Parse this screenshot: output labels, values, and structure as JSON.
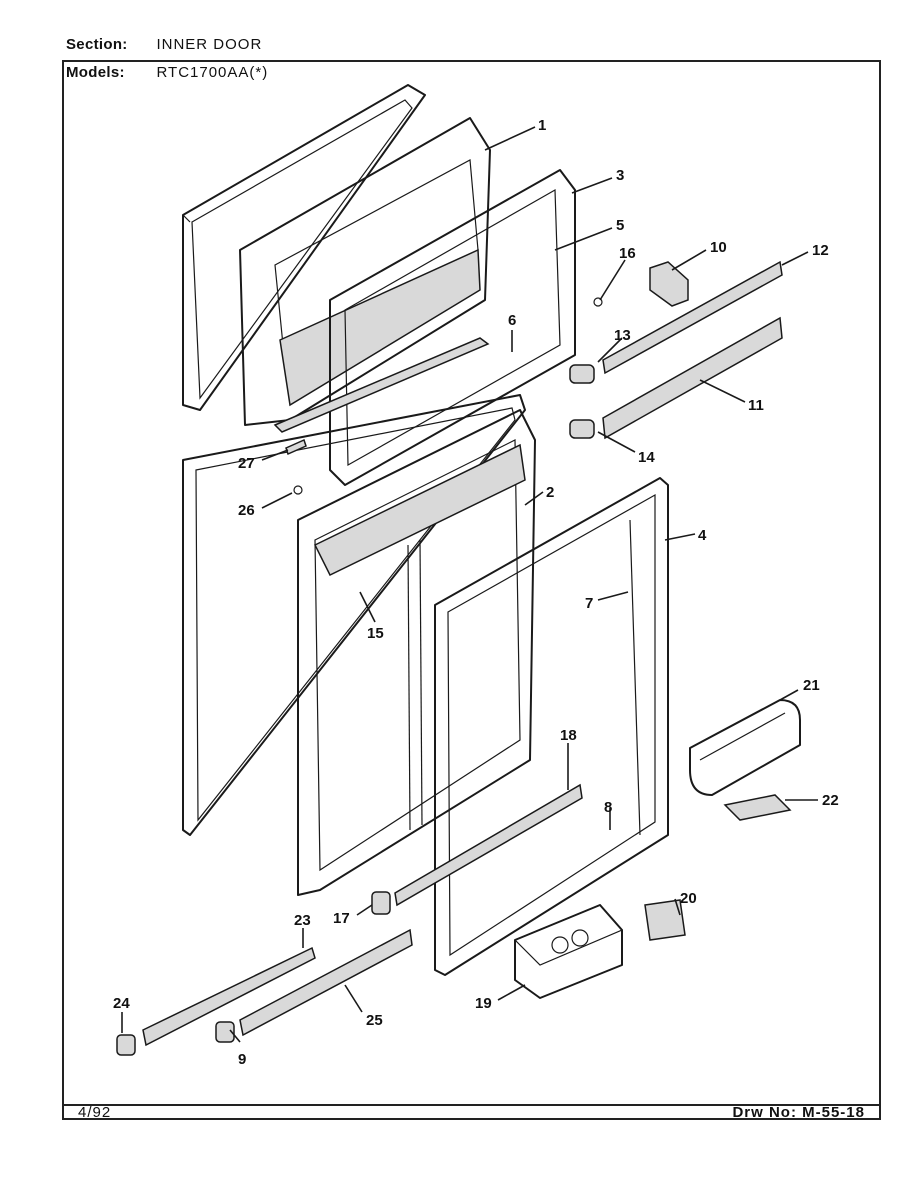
{
  "header": {
    "section_label": "Section:",
    "section_value": "INNER DOOR",
    "models_label": "Models:",
    "models_value": "RTC1700AA(*)"
  },
  "footer": {
    "date": "4/92",
    "drawing_number": "Drw No: M-55-18"
  },
  "callouts": [
    "1",
    "2",
    "3",
    "4",
    "5",
    "6",
    "7",
    "8",
    "9",
    "10",
    "11",
    "12",
    "13",
    "14",
    "15",
    "16",
    "17",
    "18",
    "19",
    "20",
    "21",
    "22",
    "23",
    "24",
    "25",
    "26",
    "27"
  ]
}
